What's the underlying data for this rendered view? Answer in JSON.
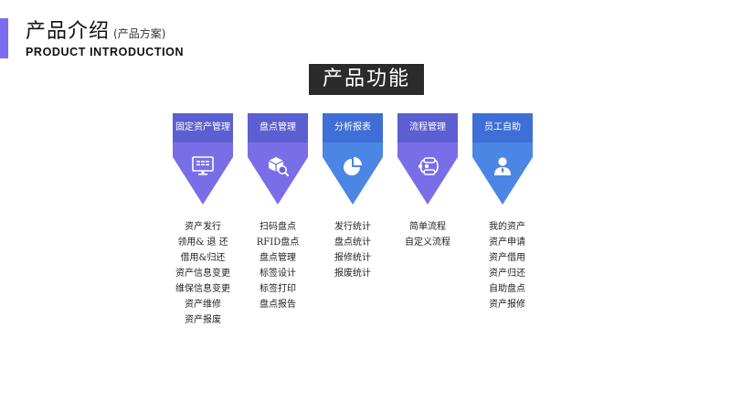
{
  "header": {
    "title": "产品介绍",
    "title_paren": "(产品方案)",
    "subtitle": "PRODUCT INTRODUCTION",
    "accent_color": "#7b6cf0"
  },
  "section": {
    "title": "产品功能"
  },
  "modules": [
    {
      "name": "固定资产管理",
      "icon": "monitor-icon",
      "top_color": "#5b5fd1",
      "bottom_color": "#7a6ee8",
      "items": [
        "资产发行",
        "领用& 退 还",
        "借用&归还",
        "资产信息变更",
        "维保信息变更",
        "资产维修",
        "资产报废"
      ]
    },
    {
      "name": "盘点管理",
      "icon": "box-search-icon",
      "top_color": "#5b5fd1",
      "bottom_color": "#7a6ee8",
      "items": [
        "扫码盘点",
        "RFID盘点",
        "盘点管理",
        "标签设计",
        "标签打印",
        "盘点报告"
      ]
    },
    {
      "name": "分析报表",
      "icon": "pie-chart-icon",
      "top_color": "#3f6fd6",
      "bottom_color": "#4b86e4",
      "items": [
        "发行统计",
        "盘点统计",
        "报修统计",
        "报废统计"
      ]
    },
    {
      "name": "流程管理",
      "icon": "workflow-icon",
      "top_color": "#5b5fd1",
      "bottom_color": "#7a6ee8",
      "items": [
        "简单流程",
        "自定义流程"
      ]
    },
    {
      "name": "员工自助",
      "icon": "user-icon",
      "top_color": "#3f6fd6",
      "bottom_color": "#4b86e4",
      "items": [
        "我的资产",
        "资产申请",
        "资产借用",
        "资产归还",
        "自助盘点",
        "资产报修"
      ]
    }
  ]
}
